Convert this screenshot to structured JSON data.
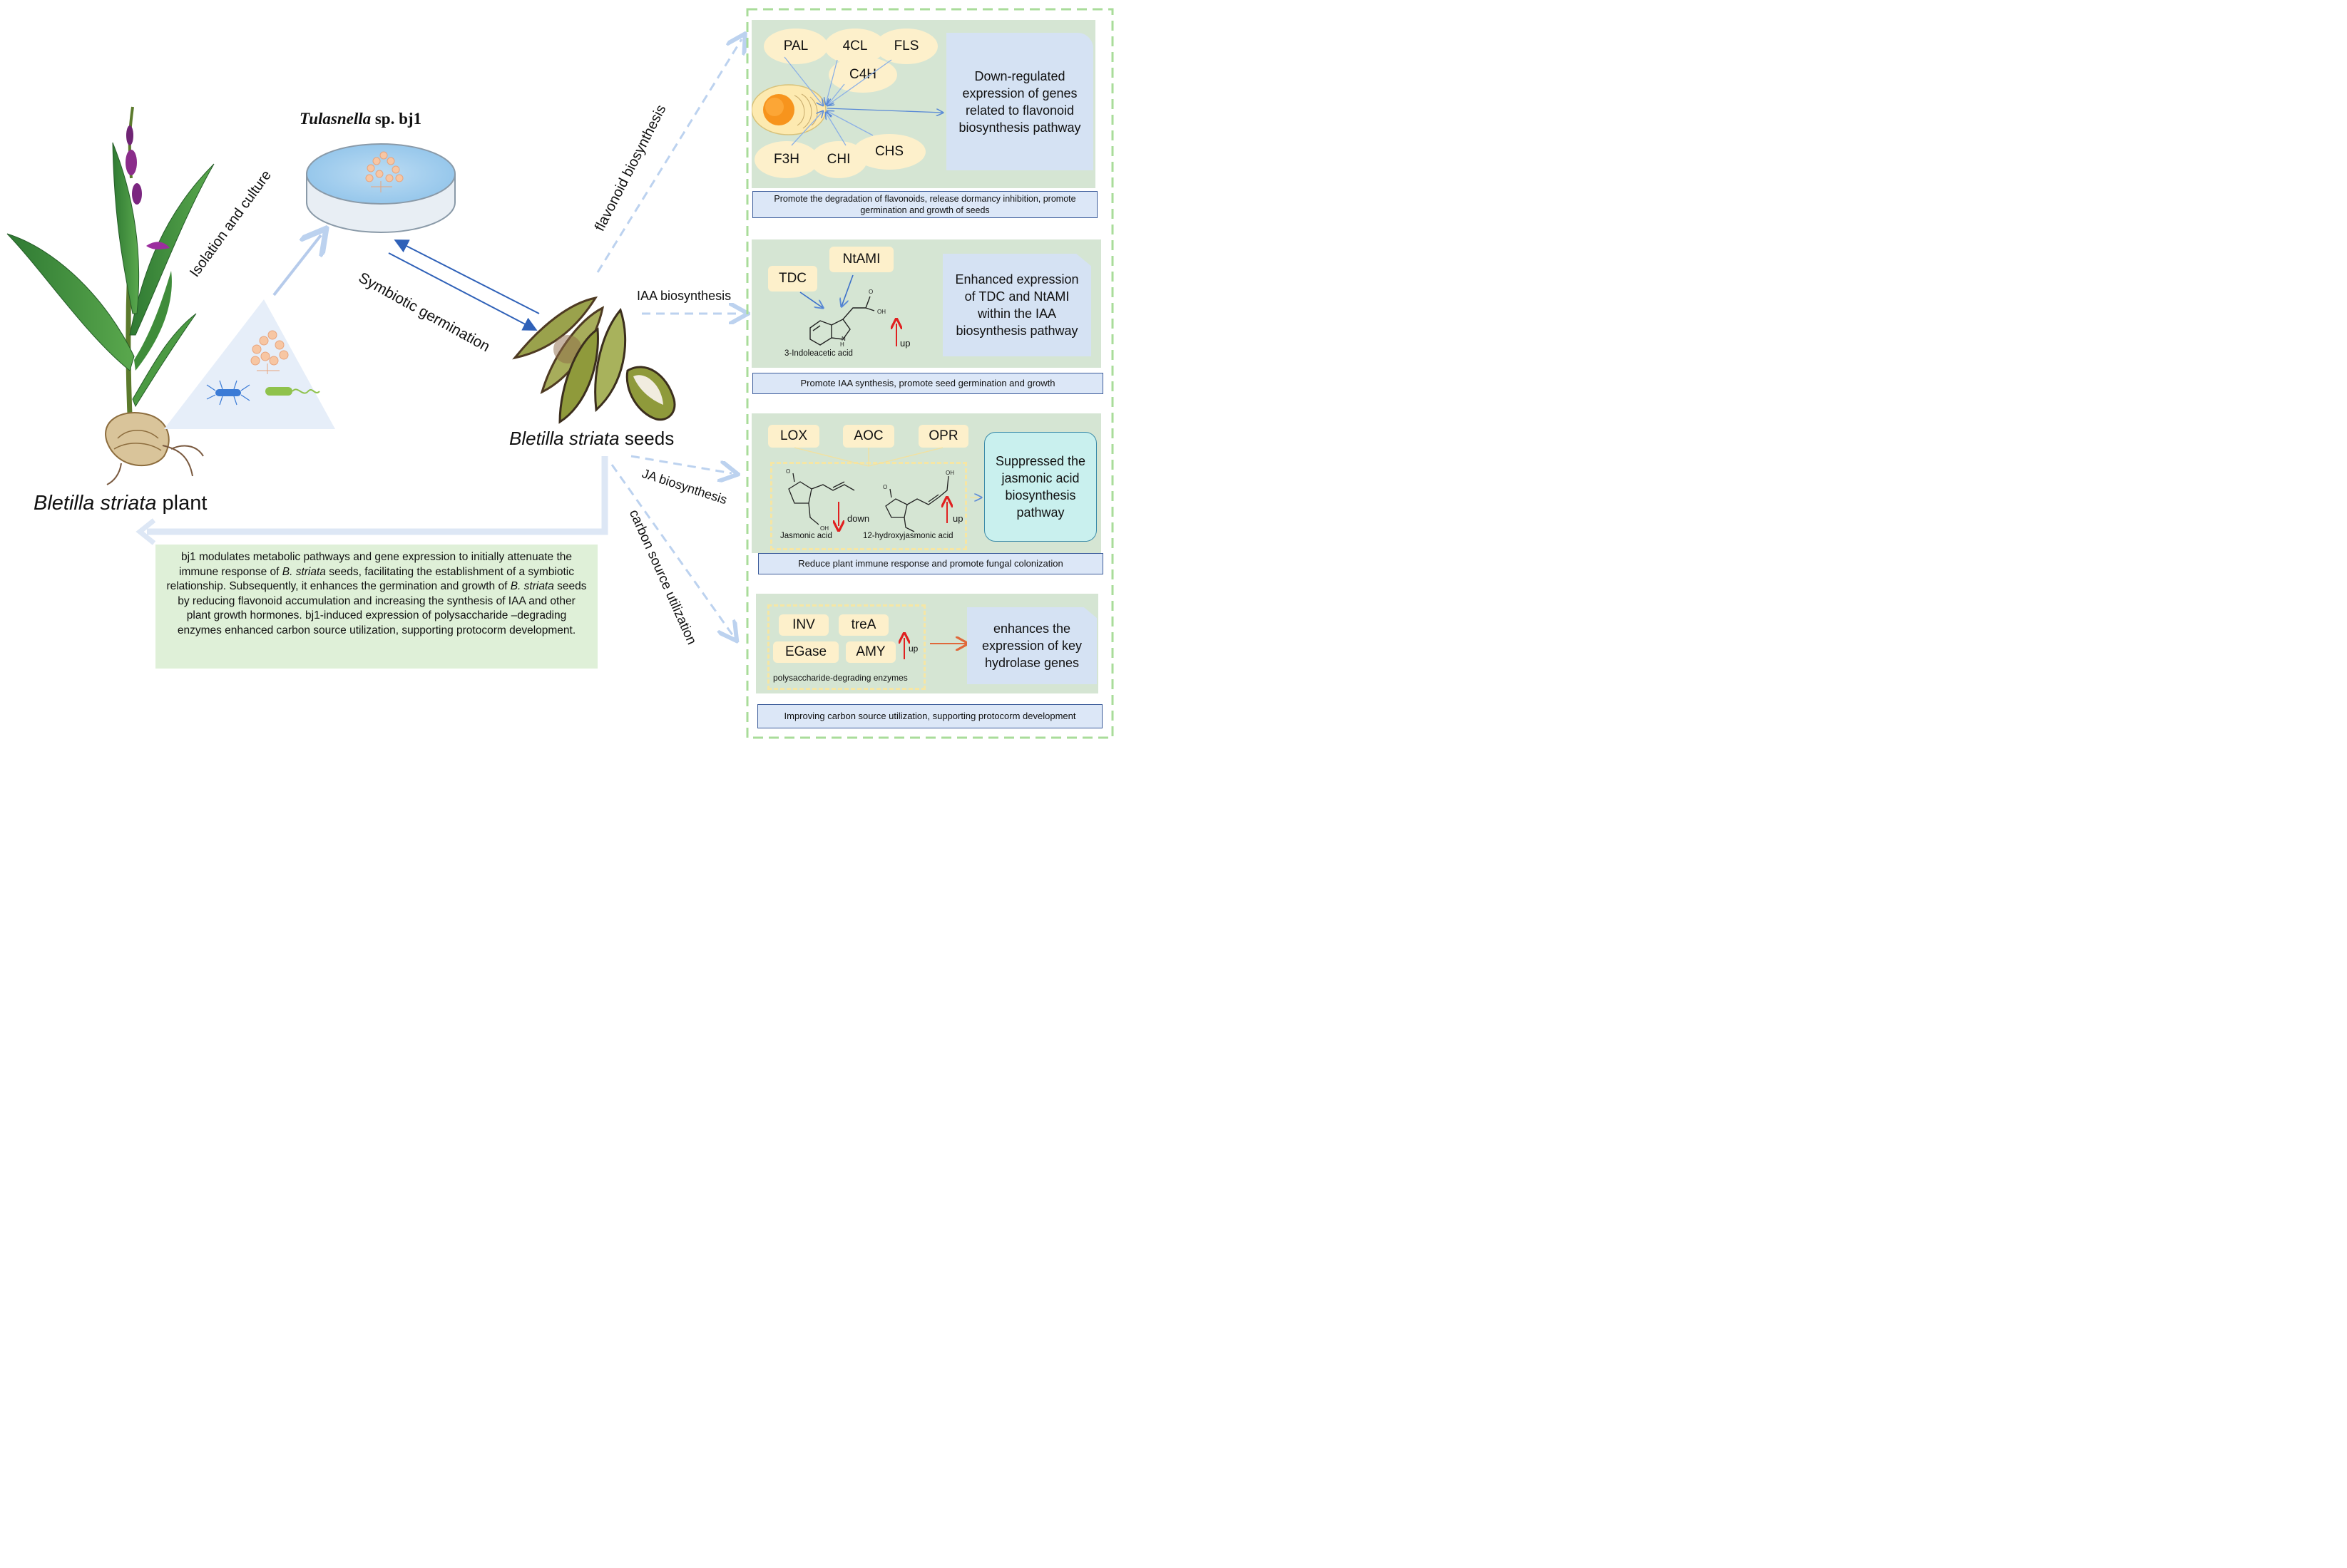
{
  "left": {
    "plant_label_italic": "Bletilla striata",
    "plant_label_rest": " plant",
    "isolation_label": "Isolation and culture",
    "petri_title_italic": "Tulasnella",
    "petri_title_rest": " sp.  bj1",
    "symbiotic_label": "Symbiotic germination",
    "seeds_label_italic": "Bletilla striata",
    "seeds_label_rest": " seeds"
  },
  "summary": {
    "p1": "bj1 modulates metabolic pathways and gene expression to initially attenuate the immune response of ",
    "i1": "B. striata",
    "p2": " seeds, facilitating the establishment of a symbiotic relationship.  Subsequently, it enhances the germination and growth of ",
    "i2": "B. striata",
    "p3": " seeds by reducing flavonoid accumulation and increasing the synthesis of IAA and other plant growth hormones. bj1-induced expression of polysaccharide –degrading enzymes enhanced carbon source utilization, supporting protocorm development."
  },
  "pathways": {
    "flavonoid": "flavonoid biosynthesis",
    "iaa": "IAA biosynthesis",
    "ja": "JA biosynthesis",
    "carbon": "carbon source utilization"
  },
  "panel1": {
    "genes": [
      "PAL",
      "4CL",
      "FLS",
      "C4H",
      "F3H",
      "CHI",
      "CHS"
    ],
    "result": "Down-regulated expression of genes related to flavonoid biosynthesis pathway",
    "strip": "Promote the degradation of flavonoids, release dormancy inhibition, promote germination and growth of seeds"
  },
  "panel2": {
    "genes": [
      "TDC",
      "NtAMI"
    ],
    "molecule": "3-Indoleacetic acid",
    "up": "up",
    "result": "Enhanced expression of TDC and NtAMI within the IAA biosynthesis pathway",
    "strip": "Promote IAA synthesis, promote seed germination and growth"
  },
  "panel3": {
    "genes": [
      "LOX",
      "AOC",
      "OPR"
    ],
    "mol1": "Jasmonic acid",
    "mol2": "12-hydroxyjasmonic acid",
    "down": "down",
    "up": "up",
    "result": "Suppressed the jasmonic acid biosynthesis pathway",
    "strip": "Reduce plant immune response and promote fungal colonization"
  },
  "panel4": {
    "genes": [
      "INV",
      "treA",
      "EGase",
      "AMY"
    ],
    "up": "up",
    "enzymes_label": "polysaccharide-degrading enzymes",
    "result": "enhances the expression of key hydrolase genes",
    "strip": "Improving carbon source utilization, supporting protocorm development"
  },
  "colors": {
    "panel_bg": "#d5e5d3",
    "gene_bg": "#fdf0cb",
    "result_bg": "#d5e2f3",
    "ja_result_bg": "#c9f0ee",
    "strip_bg": "#dce7f7",
    "outer_border": "#a9dc9a",
    "up_arrow": "#e02020",
    "summary_bg": "#dff0d8"
  },
  "icons": [
    "orchid-plant-illustration",
    "petri-dish-icon",
    "fungal-hyphae-icon",
    "bacterium-icon",
    "seed-pods-illustration",
    "plant-cell-icon"
  ]
}
